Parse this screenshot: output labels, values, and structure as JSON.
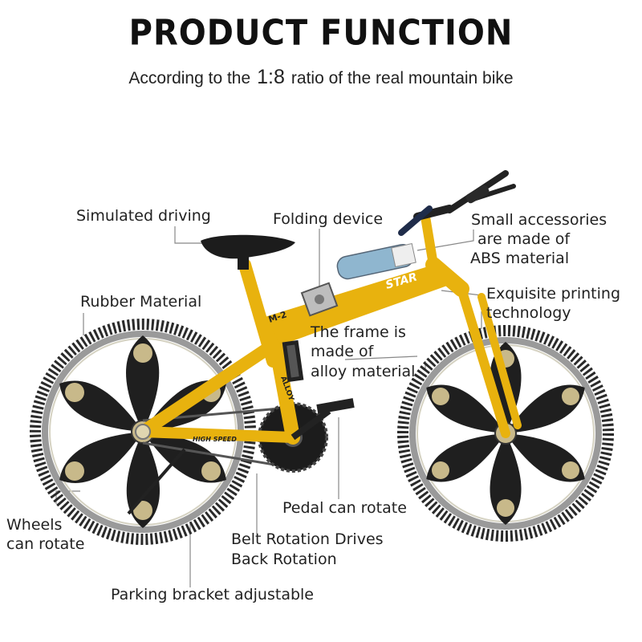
{
  "header": {
    "title": "PRODUCT FUNCTION",
    "subtitle_before": "According to the",
    "subtitle_ratio": "1:8",
    "subtitle_after": "ratio of the real mountain bike"
  },
  "labels": {
    "simulated_driving": "Simulated driving",
    "folding_device": "Folding device",
    "small_accessories": [
      "Small accessories",
      "are made of",
      "ABS material"
    ],
    "rubber_material": "Rubber Material",
    "exquisite_printing": [
      "Exquisite printing",
      "technology"
    ],
    "frame": [
      "The frame is",
      "made of",
      "alloy material"
    ],
    "wheels": [
      "Wheels",
      "can rotate"
    ],
    "pedal": "Pedal can rotate",
    "belt": [
      "Belt Rotation Drives",
      "Back Rotation"
    ],
    "parking": "Parking bracket adjustable"
  },
  "bike": {
    "frame_print_1": "STAR",
    "frame_print_2": "M-2",
    "frame_print_3": "HIGH SPEED",
    "frame_print_4": "ALLOY"
  },
  "colors": {
    "frame": "#e8b20e",
    "tire": "#2a2a2a",
    "rim": "#9a9a9a",
    "spoke": "#1f1f1f",
    "hub_gold": "#c8b98a"
  }
}
